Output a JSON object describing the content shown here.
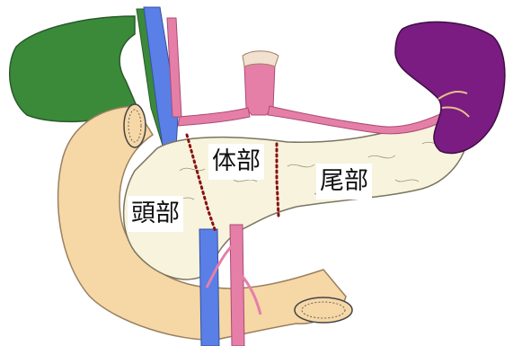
{
  "labels": {
    "head": "頭部",
    "body": "体部",
    "tail": "尾部"
  },
  "colors": {
    "gallbladder": "#3a8a3a",
    "spleen": "#7a1c82",
    "duodenum": "#f6d7a6",
    "pancreas": "#f7f3dd",
    "artery": "#e67fa8",
    "vein": "#5a7fe6",
    "boundary": "#8a1010"
  }
}
